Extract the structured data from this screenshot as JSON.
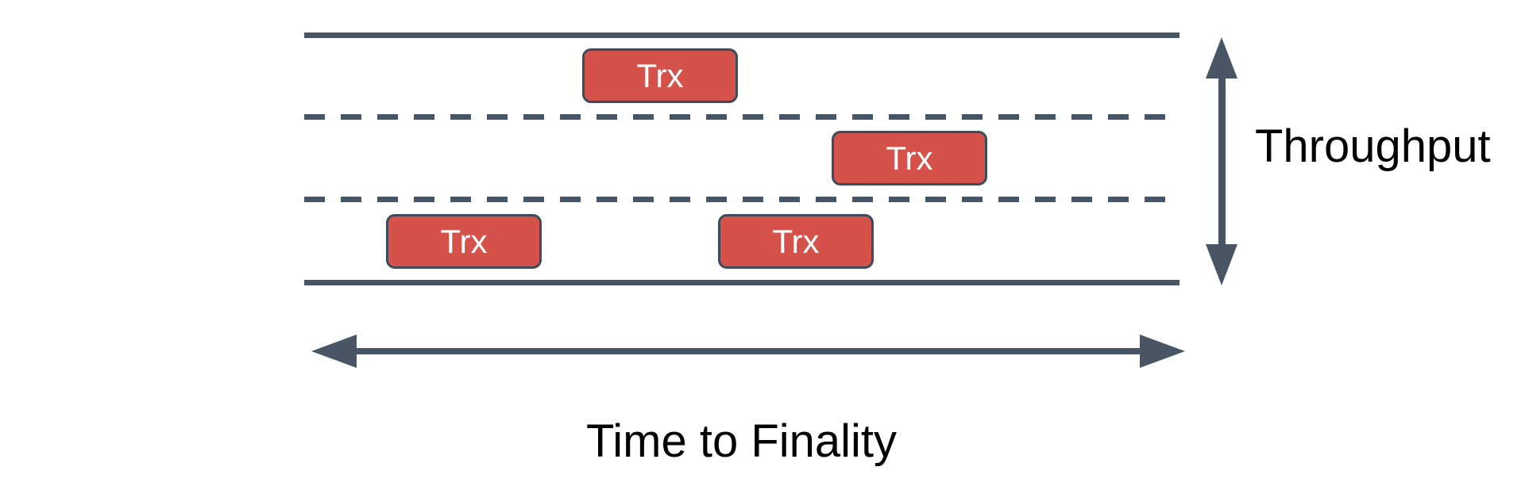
{
  "diagram": {
    "description": "Road metaphor diagram: a three-lane road holding transaction boxes; lane count maps to throughput (vertical axis) and road length maps to time to finality (horizontal axis)",
    "road": {
      "lane_count": 3,
      "edge_style": "solid",
      "divider_style": "dashed"
    },
    "transactions": [
      {
        "label": "Trx",
        "lane": "top"
      },
      {
        "label": "Trx",
        "lane": "middle"
      },
      {
        "label": "Trx",
        "lane": "bottom"
      },
      {
        "label": "Trx",
        "lane": "bottom"
      }
    ],
    "axes": {
      "vertical_label": "Throughput",
      "horizontal_label": "Time to Finality"
    },
    "colors": {
      "line": "#485565",
      "box_fill": "#d5524b",
      "box_border": "#3e4b5c",
      "box_text": "#ffffff",
      "label_text": "#000000",
      "background": "#ffffff"
    }
  }
}
